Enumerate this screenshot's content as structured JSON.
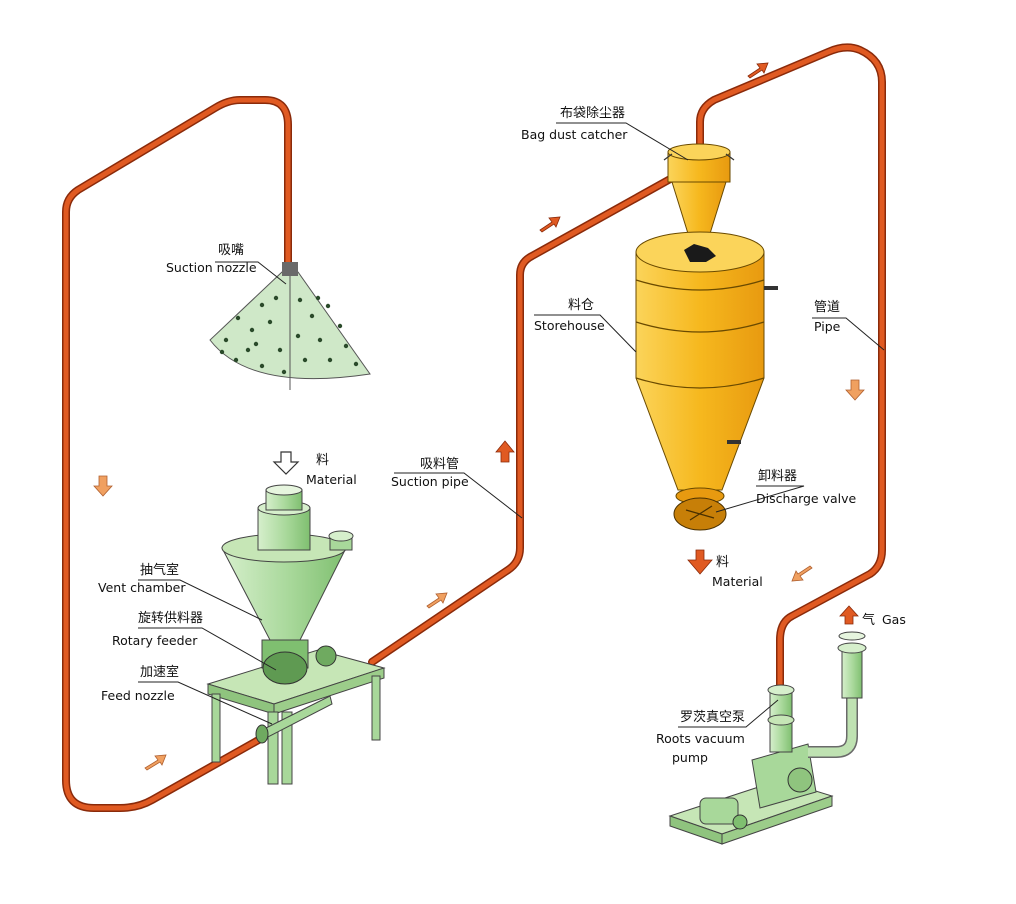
{
  "labels": {
    "suction_nozzle": {
      "cn": "吸嘴",
      "en": "Suction nozzle"
    },
    "material_in": {
      "cn": "料",
      "en": "Material"
    },
    "suction_pipe": {
      "cn": "吸料管",
      "en": "Suction pipe"
    },
    "vent_chamber": {
      "cn": "抽气室",
      "en": "Vent chamber"
    },
    "rotary_feeder": {
      "cn": "旋转供料器",
      "en": "Rotary feeder"
    },
    "feed_nozzle": {
      "cn": "加速室",
      "en": "Feed  nozzle"
    },
    "bag_dust_catcher": {
      "cn": "布袋除尘器",
      "en": "Bag dust catcher"
    },
    "storehouse": {
      "cn": "料仓",
      "en": "Storehouse"
    },
    "pipe": {
      "cn": "管道",
      "en": "Pipe"
    },
    "discharge_valve": {
      "cn": "卸料器",
      "en": "Discharge valve"
    },
    "material_out": {
      "cn": "料",
      "en": "Material"
    },
    "gas": {
      "cn": "气",
      "en": "Gas"
    },
    "roots_pump": {
      "cn": "罗茨真空泵",
      "en_line1": "Roots vacuum",
      "en_line2": "pump"
    }
  },
  "colors": {
    "pipe": "#d84a1a",
    "pipe_edge": "#8a2a0a",
    "equipment_green": "#a8d89a",
    "silo_yellow": "#f5b31c",
    "flow_arrow": "#f0a060"
  }
}
